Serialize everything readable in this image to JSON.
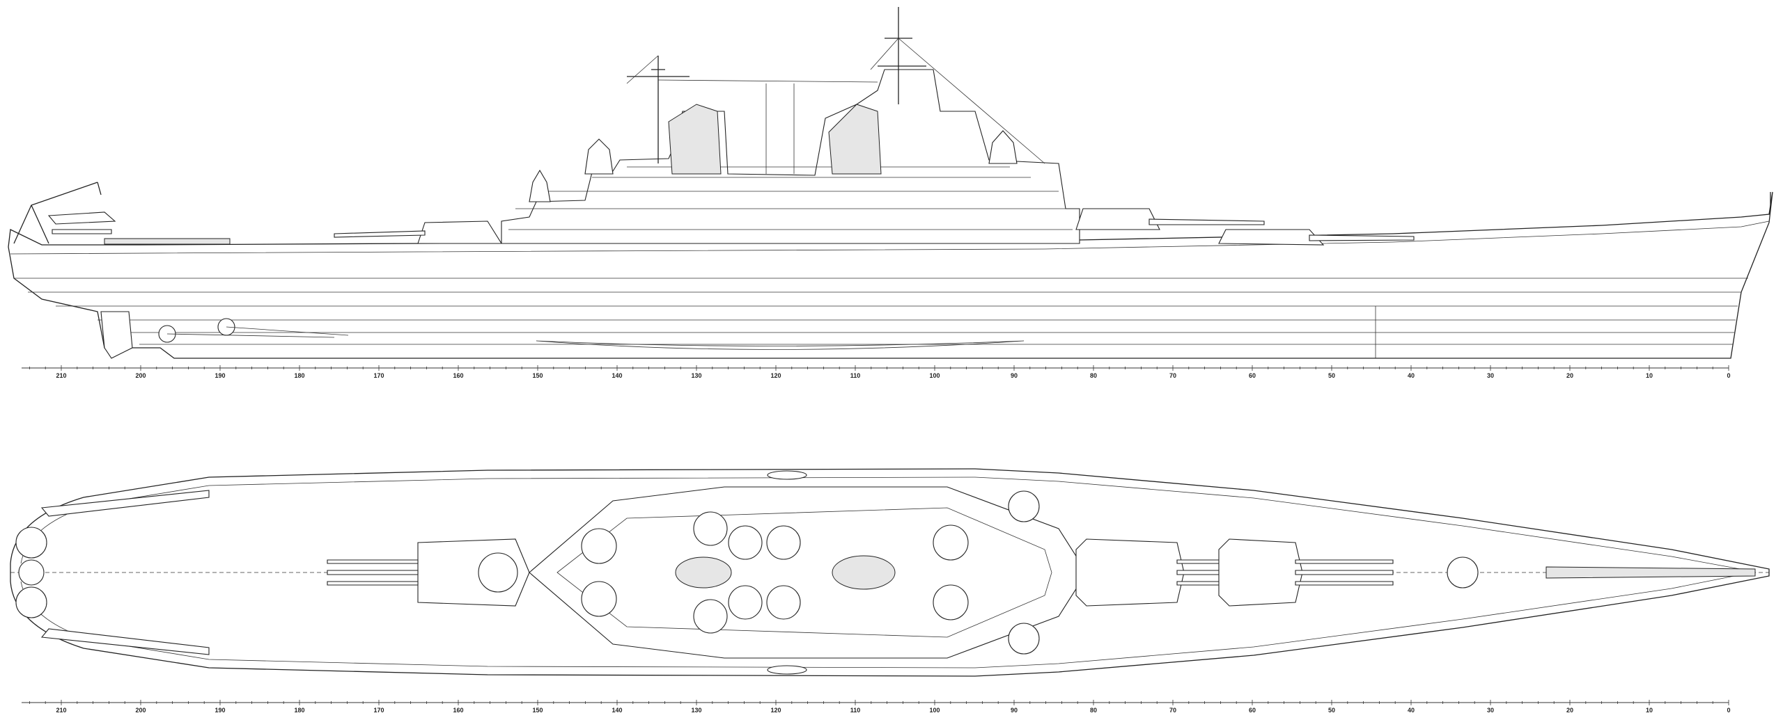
{
  "drawing": {
    "views": [
      "side-profile",
      "plan-view"
    ],
    "scale": {
      "min": 0,
      "max": 215,
      "major_step": 10,
      "minor_step": 2,
      "labels": [
        "210",
        "200",
        "190",
        "180",
        "170",
        "160",
        "150",
        "140",
        "130",
        "120",
        "110",
        "100",
        "90",
        "80",
        "70",
        "60",
        "50",
        "40",
        "30",
        "20",
        "10",
        "0"
      ]
    }
  }
}
